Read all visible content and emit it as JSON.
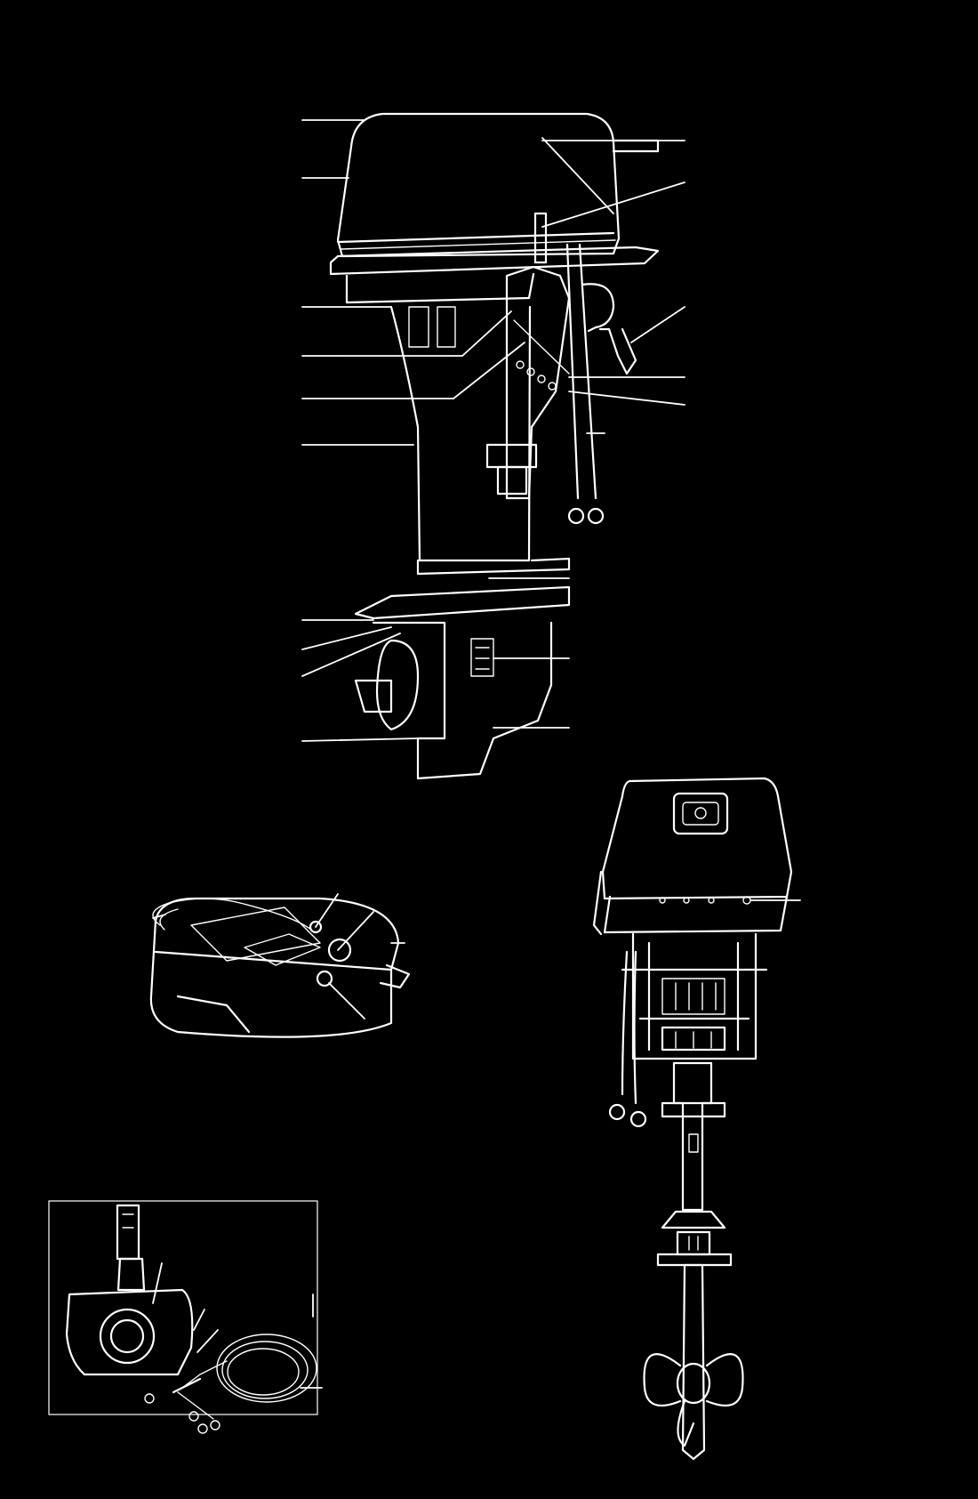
{
  "colors": {
    "background": "#000000",
    "ink": "#ffffff"
  },
  "figures": [
    {
      "name": "outboard-motor-side-view"
    },
    {
      "name": "outboard-motor-rear-view"
    },
    {
      "name": "fuel-tank"
    },
    {
      "name": "remote-control-box"
    }
  ]
}
